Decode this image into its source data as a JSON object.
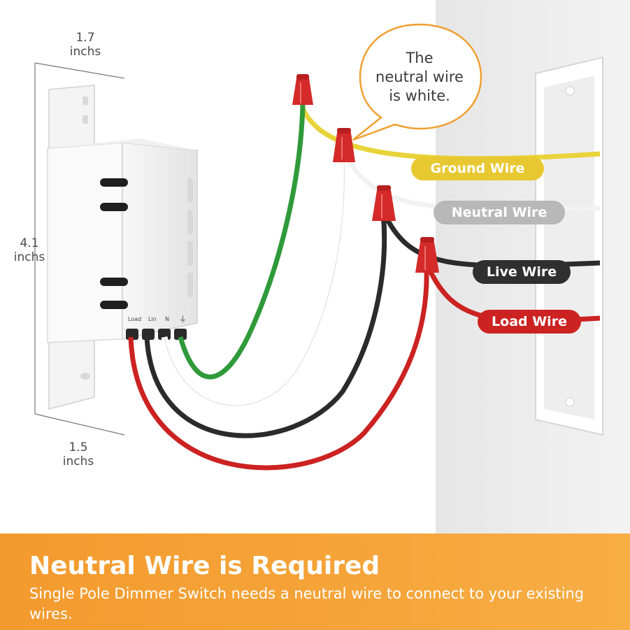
{
  "dimensions": {
    "top": {
      "value": "1.7",
      "unit": "inchs"
    },
    "left": {
      "value": "4.1",
      "unit": "inchs"
    },
    "bottom": {
      "value": "1.5",
      "unit": "inchs"
    }
  },
  "callout": {
    "lines": [
      "The",
      "neutral wire",
      "is white."
    ]
  },
  "terminals": [
    "Load",
    "Lin",
    "N",
    "⏚"
  ],
  "wire_labels": {
    "ground": {
      "text": "Ground Wire",
      "color": "#e8c830"
    },
    "neutral": {
      "text": "Neutral Wire",
      "color": "#b8b8b8"
    },
    "live": {
      "text": "Live Wire",
      "color": "#2f2f2f"
    },
    "load": {
      "text": "Load Wire",
      "color": "#cc2222"
    }
  },
  "wire_colors": {
    "ground_switch": "#2f9a3a",
    "ground_wall": "#e8d33a",
    "neutral": "#f2f2f2",
    "live": "#2b2b2b",
    "load": "#cc2222",
    "connector": "#d42a2a"
  },
  "banner": {
    "title": "Neutral Wire is Required",
    "description": "Single Pole Dimmer Switch needs a neutral wire to connect to your existing wires.",
    "color": "#f5a53a"
  }
}
